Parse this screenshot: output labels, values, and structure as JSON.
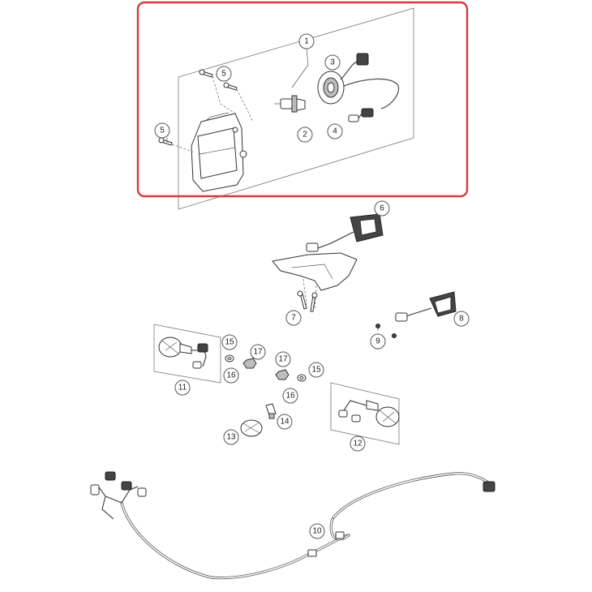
{
  "callouts": {
    "c1": "1",
    "c2": "2",
    "c3": "3",
    "c4": "4",
    "c5a": "5",
    "c5b": "5",
    "c6": "6",
    "c7": "7",
    "c8": "8",
    "c9": "9",
    "c10": "10",
    "c11": "11",
    "c12": "12",
    "c13": "13",
    "c14": "14",
    "c15a": "15",
    "c15b": "15",
    "c16a": "16",
    "c16b": "16",
    "c17a": "17",
    "c17b": "17"
  },
  "colors": {
    "highlight": "#d9383f",
    "line": "#333333",
    "part_dark": "#444444",
    "part_grey": "#bdbdbd"
  },
  "highlighted_group": "1"
}
